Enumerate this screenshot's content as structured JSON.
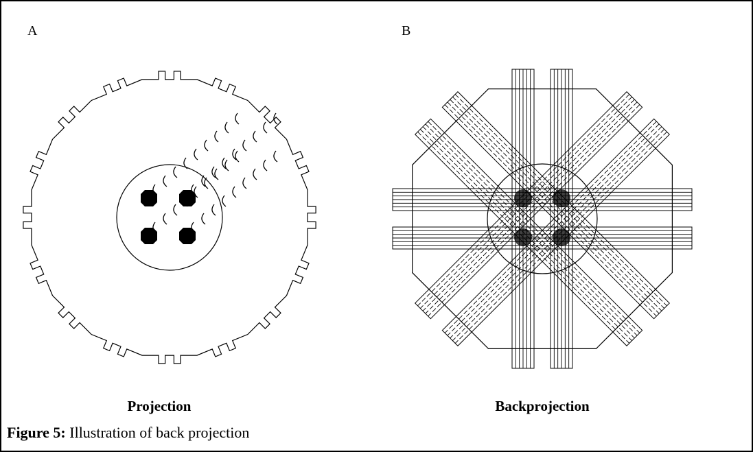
{
  "panels": [
    {
      "letter": "A",
      "caption": "Projection"
    },
    {
      "letter": "B",
      "caption": "Backprojection"
    }
  ],
  "figure": {
    "label": "Figure 5:",
    "text": " Illustration of back projection"
  },
  "colors": {
    "ink": "#000000",
    "paper": "#ffffff",
    "border": "#000000"
  }
}
